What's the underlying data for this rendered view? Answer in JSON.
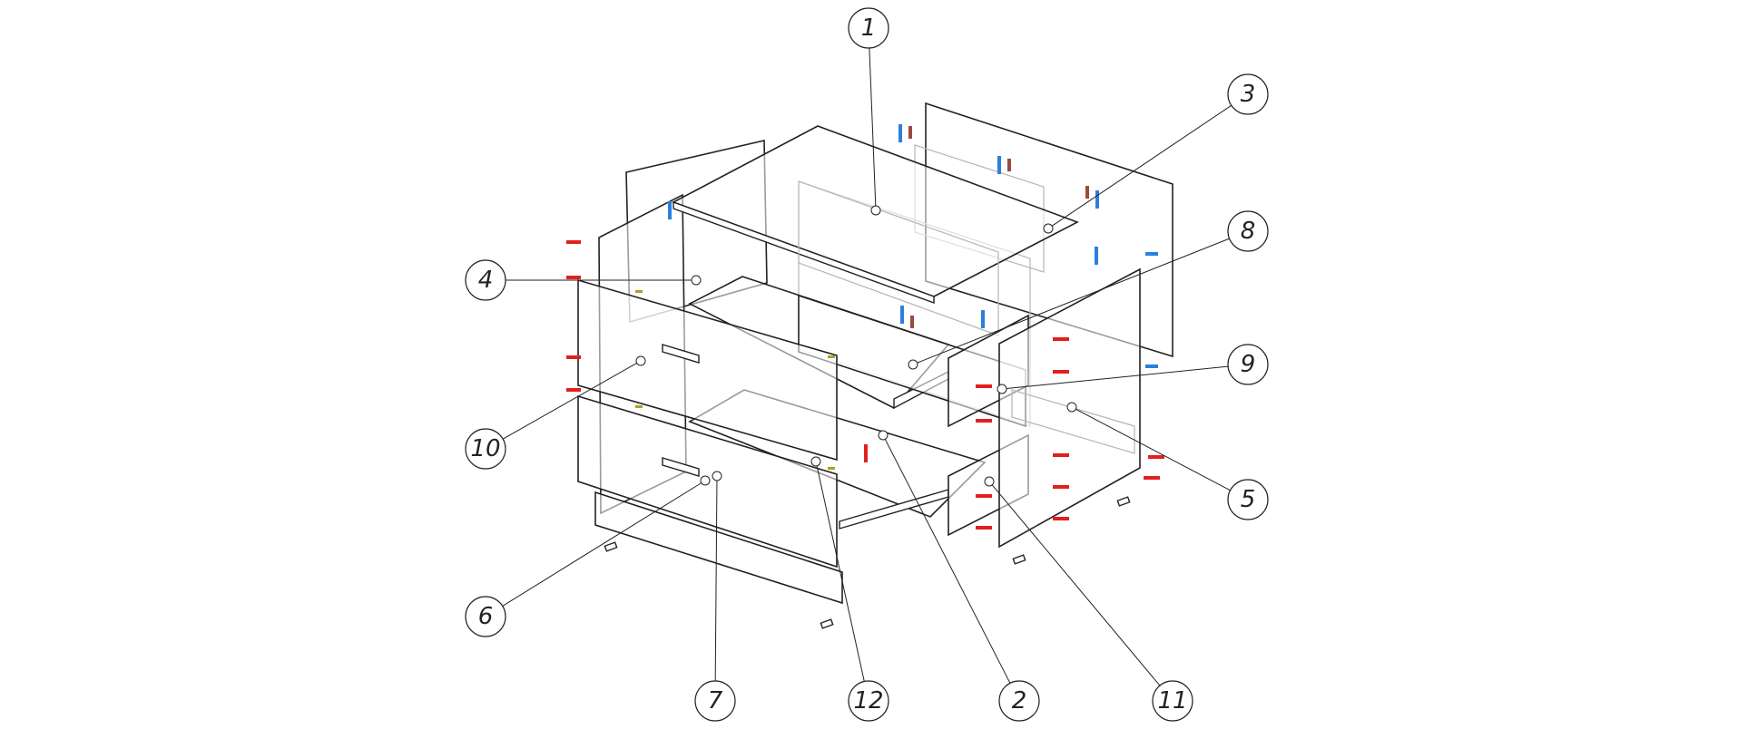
{
  "diagram": {
    "type": "exploded-assembly-view",
    "callouts": [
      {
        "id": "1",
        "label": "1"
      },
      {
        "id": "2",
        "label": "2"
      },
      {
        "id": "3",
        "label": "3"
      },
      {
        "id": "4",
        "label": "4"
      },
      {
        "id": "5",
        "label": "5"
      },
      {
        "id": "6",
        "label": "6"
      },
      {
        "id": "7",
        "label": "7"
      },
      {
        "id": "8",
        "label": "8"
      },
      {
        "id": "9",
        "label": "9"
      },
      {
        "id": "10",
        "label": "10"
      },
      {
        "id": "11",
        "label": "11"
      },
      {
        "id": "12",
        "label": "12"
      }
    ],
    "colors": {
      "line": "#222222",
      "ghost": "#b5b5b5",
      "fastener_red": "#e02020",
      "fastener_blue": "#2a7fe0",
      "fastener_brown": "#9a4a40"
    }
  }
}
